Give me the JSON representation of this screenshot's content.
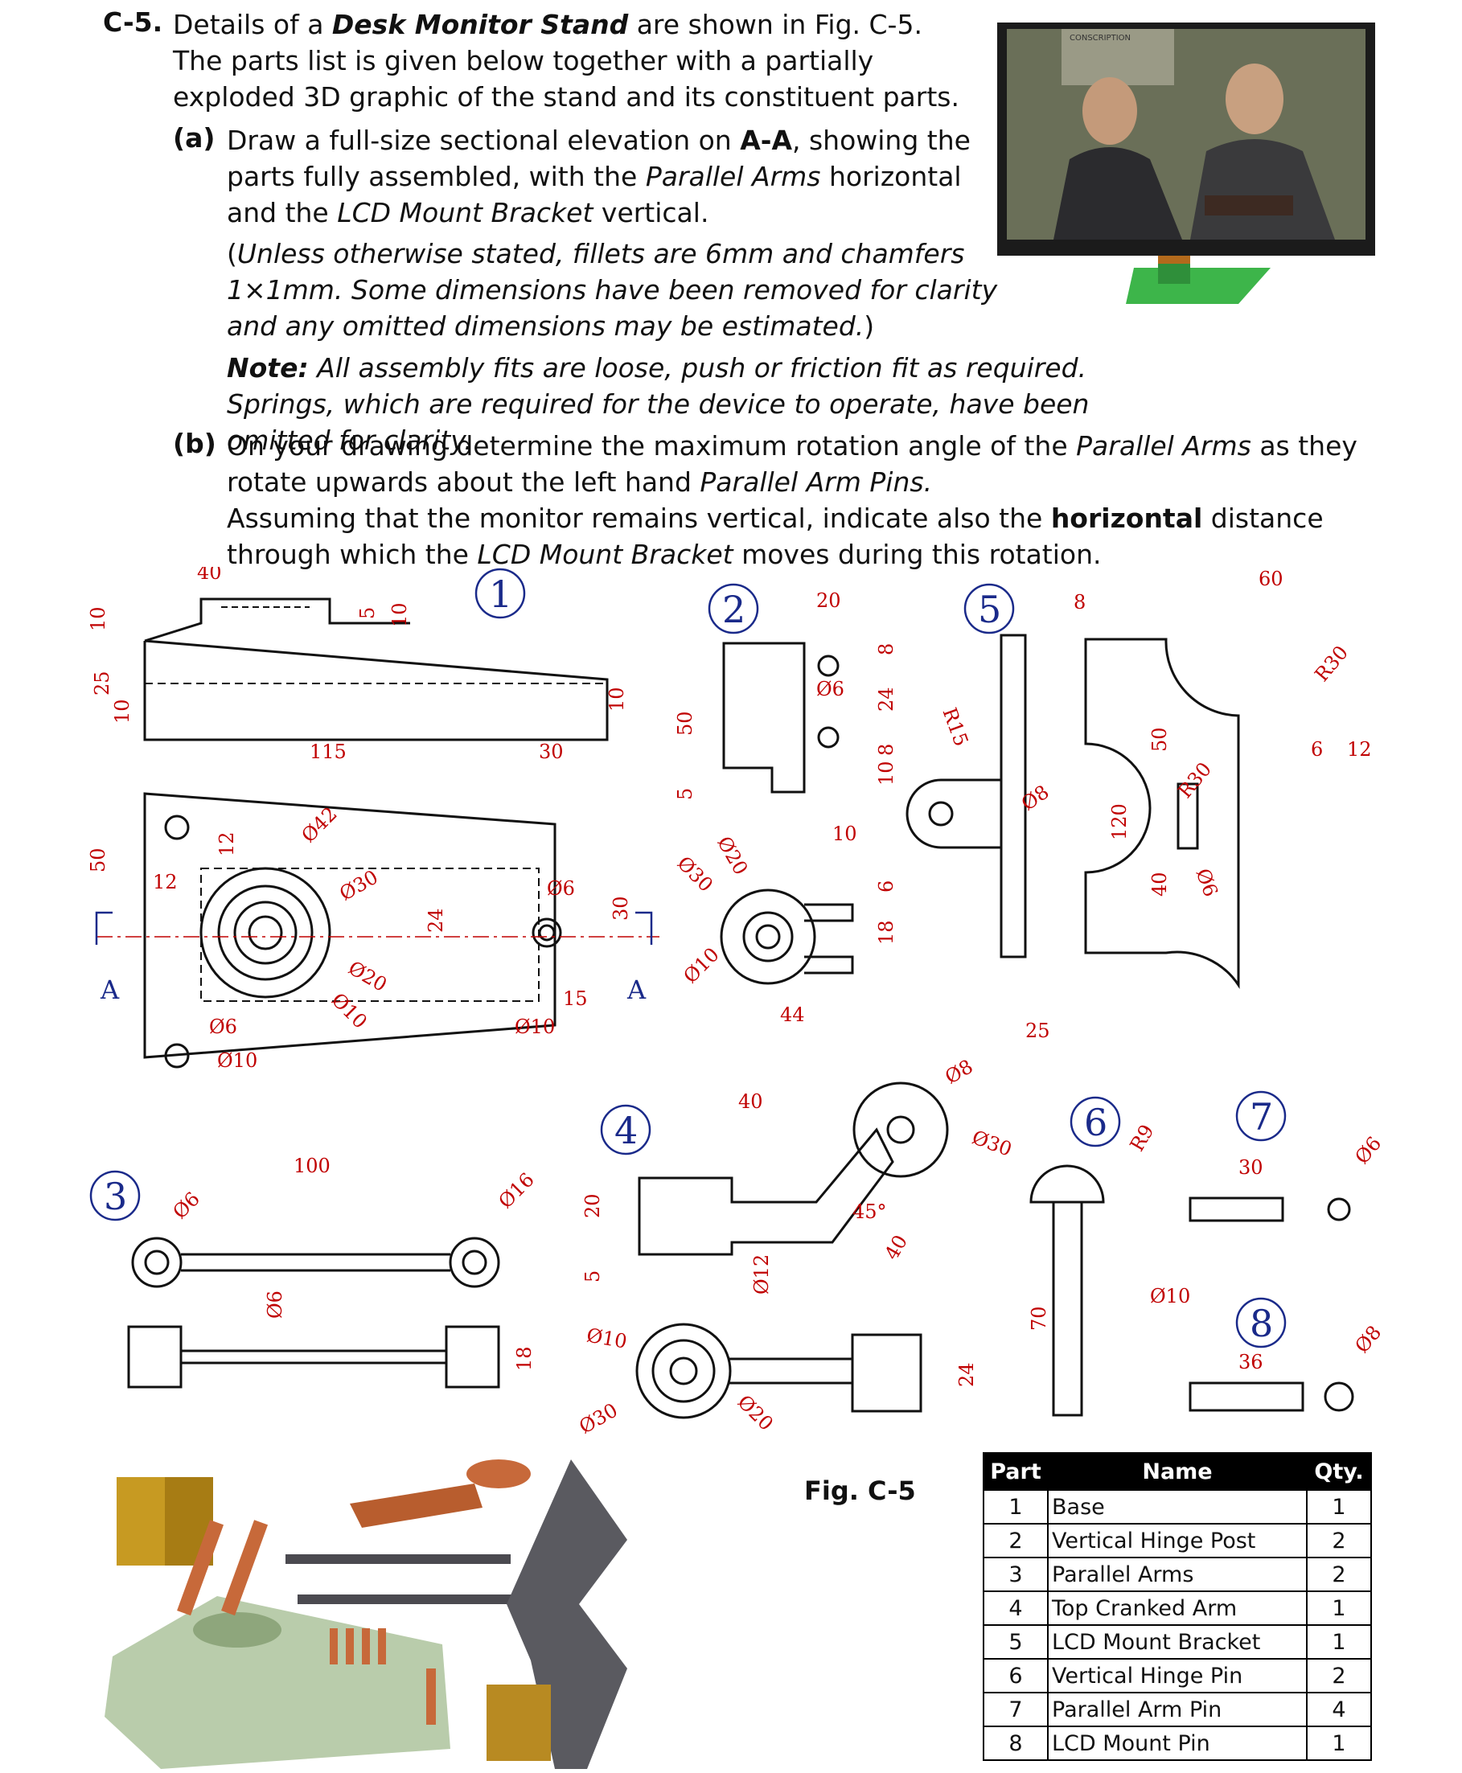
{
  "question": {
    "number": "C-5.",
    "intro_pre": "Details of a ",
    "intro_item": "Desk Monitor Stand",
    "intro_post": " are shown in Fig. C-5.  The parts list is given below together with a partially exploded 3D graphic of the stand and its constituent parts.",
    "part_a": {
      "label": "(a)",
      "line1_pre": "Draw a full-size sectional elevation on ",
      "line1_bold": "A-A",
      "line1_post": ", showing the parts fully assembled, with the ",
      "line1_ital1": "Parallel Arms",
      "line1_mid": " horizontal and the ",
      "line1_ital2": "LCD Mount Bracket",
      "line1_end": " vertical.",
      "note1_open": "(",
      "note1": "Unless otherwise stated, fillets are 6mm and chamfers 1×1mm. Some dimensions have been removed for clarity and any omitted dimensions may be estimated.",
      "note1_close": ")",
      "note2_label": "Note:",
      "note2": " All assembly fits are loose, push or friction fit as required.  Springs, which are required for the device to operate, have been omitted for clarity."
    },
    "part_b": {
      "label": "(b)",
      "line1_pre": "On your drawing determine the maximum rotation angle of the ",
      "line1_ital": "Parallel Arms",
      "line1_mid": " as they rotate upwards about the left hand ",
      "line1_ital2": "Parallel Arm Pins.",
      "line2_pre": "Assuming that the monitor remains vertical, indicate also the ",
      "line2_bold": "horizontal",
      "line2_mid": " distance through which the ",
      "line2_ital": "LCD Mount Bracket",
      "line2_end": " moves during this rotation."
    }
  },
  "monitor": {
    "screen_caption": "CONSCRIPTION"
  },
  "drawing": {
    "part_numbers": [
      "1",
      "2",
      "3",
      "4",
      "5",
      "6",
      "7",
      "8"
    ],
    "section_label": "A",
    "dims_part1": [
      "40",
      "10",
      "25",
      "10",
      "5",
      "10",
      "10",
      "115",
      "30",
      "50",
      "12",
      "12",
      "Ø42",
      "Ø30",
      "Ø20",
      "Ø10",
      "24",
      "Ø6",
      "30",
      "15",
      "Ø10",
      "Ø6",
      "Ø10"
    ],
    "dims_part2": [
      "20",
      "8",
      "Ø6",
      "24",
      "8",
      "10",
      "50",
      "5",
      "Ø30",
      "Ø20",
      "10",
      "18",
      "6",
      "Ø10",
      "44"
    ],
    "dims_part3": [
      "100",
      "Ø6",
      "Ø16",
      "Ø6",
      "18"
    ],
    "dims_part4": [
      "40",
      "Ø8",
      "Ø30",
      "20",
      "5",
      "45°",
      "40",
      "Ø12",
      "Ø10",
      "Ø30",
      "Ø20",
      "24"
    ],
    "dims_part5": [
      "8",
      "R15",
      "Ø8",
      "120",
      "25",
      "60",
      "R30",
      "50",
      "R30",
      "6",
      "12",
      "40",
      "Ø6"
    ],
    "dims_part6": [
      "R9",
      "70",
      "Ø10"
    ],
    "dims_part7": [
      "30",
      "Ø6"
    ],
    "dims_part8": [
      "36",
      "Ø8"
    ]
  },
  "figure_caption": "Fig. C-5",
  "parts_table": {
    "headers": [
      "Part",
      "Name",
      "Qty."
    ],
    "rows": [
      [
        "1",
        "Base",
        "1"
      ],
      [
        "2",
        "Vertical Hinge Post",
        "2"
      ],
      [
        "3",
        "Parallel Arms",
        "2"
      ],
      [
        "4",
        "Top Cranked Arm",
        "1"
      ],
      [
        "5",
        "LCD Mount Bracket",
        "1"
      ],
      [
        "6",
        "Vertical Hinge Pin",
        "2"
      ],
      [
        "7",
        "Parallel Arm Pin",
        "4"
      ],
      [
        "8",
        "LCD Mount Pin",
        "1"
      ]
    ]
  }
}
